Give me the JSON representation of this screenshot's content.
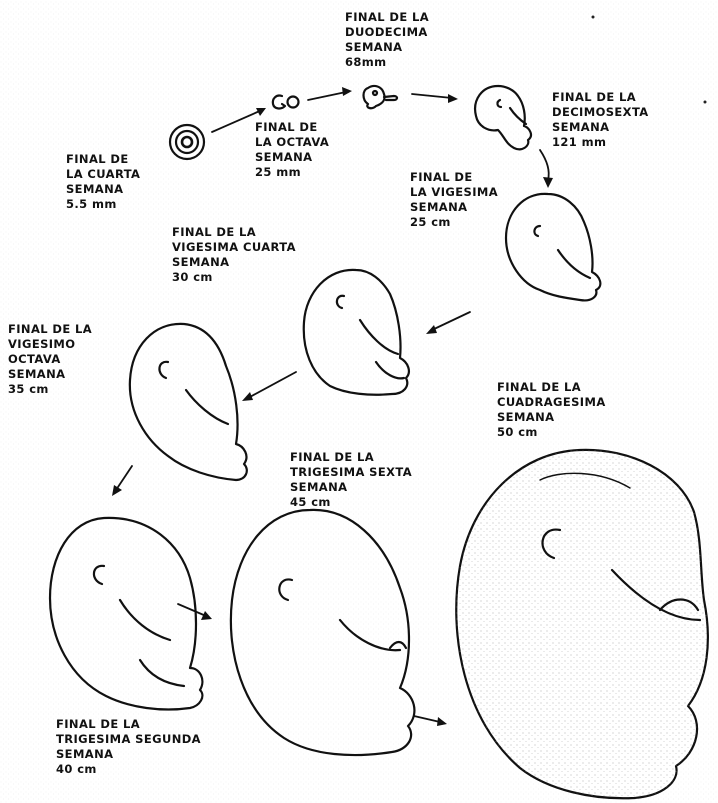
{
  "stages": [
    {
      "id": "week4",
      "lines": [
        "FINAL DE",
        "LA CUARTA",
        "SEMANA",
        "5.5 mm"
      ]
    },
    {
      "id": "week8",
      "lines": [
        "FINAL DE",
        "LA OCTAVA",
        "SEMANA",
        "25 mm"
      ]
    },
    {
      "id": "week12",
      "lines": [
        "FINAL DE LA",
        "DUODECIMA",
        "SEMANA",
        "68mm"
      ]
    },
    {
      "id": "week16",
      "lines": [
        "FINAL DE LA",
        "DECIMOSEXTA",
        "SEMANA",
        "121 mm"
      ]
    },
    {
      "id": "week20",
      "lines": [
        "FINAL DE",
        "LA VIGESIMA",
        "SEMANA",
        "25 cm"
      ]
    },
    {
      "id": "week24",
      "lines": [
        "FINAL DE LA",
        "VIGESIMA CUARTA",
        "SEMANA",
        "30 cm"
      ]
    },
    {
      "id": "week28",
      "lines": [
        "FINAL DE LA",
        "VIGESIMO",
        "OCTAVA",
        "SEMANA",
        "35 cm"
      ]
    },
    {
      "id": "week32",
      "lines": [
        "FINAL DE LA",
        "TRIGESIMA SEGUNDA",
        "SEMANA",
        "40 cm"
      ]
    },
    {
      "id": "week36",
      "lines": [
        "FINAL DE LA",
        "TRIGESIMA SEXTA",
        "SEMANA",
        "45 cm"
      ]
    },
    {
      "id": "week40",
      "lines": [
        "FINAL DE LA",
        "CUADRAGESIMA",
        "SEMANA",
        "50 cm"
      ]
    }
  ]
}
